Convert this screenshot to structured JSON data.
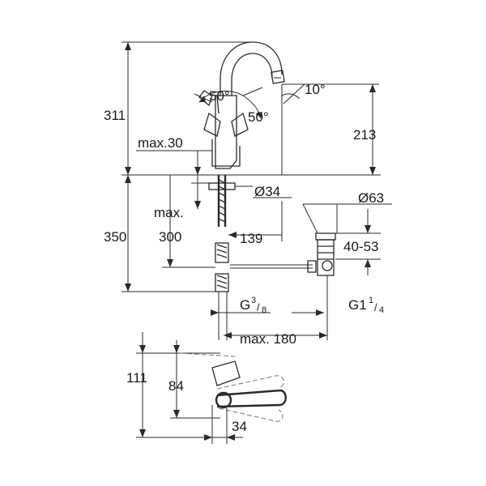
{
  "labels": {
    "height_total": "311",
    "angle_left": "50°",
    "angle_right": "50°",
    "swivel_angle": "10°",
    "spout_height": "213",
    "max_30": "max.30",
    "max_label": "max.",
    "diameter_34": "Ø34",
    "diameter_63": "Ø63",
    "depth_350": "350",
    "depth_300": "300",
    "dim_139": "139",
    "range_40_53": "40-53",
    "thread_g": "G",
    "thread_g_num": "3",
    "thread_g_den": "8",
    "thread_g1": "G1",
    "thread_g1_num": "1",
    "thread_g1_den": "4",
    "max_180": "max. 180",
    "dim_111": "111",
    "dim_84": "84",
    "dim_34_bottom": "34"
  },
  "colors": {
    "line": "#2a2a2a",
    "ghost": "#777777",
    "background": "#ffffff"
  }
}
